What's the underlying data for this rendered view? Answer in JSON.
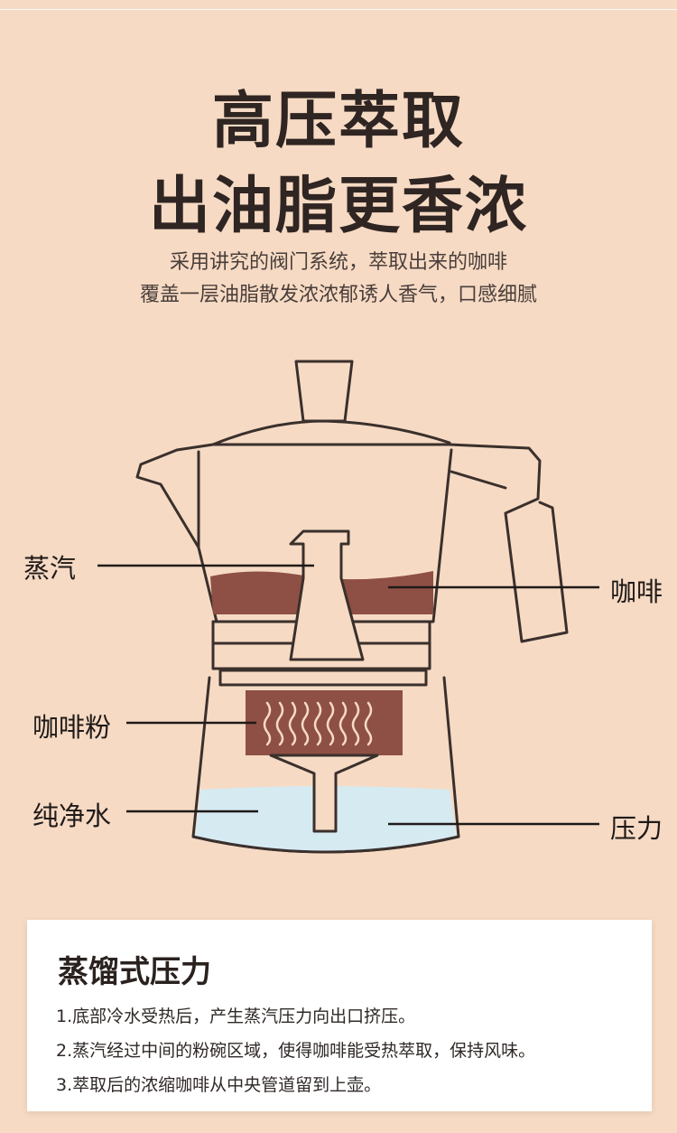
{
  "headline": {
    "line1": "高压萃取",
    "line2": "出油脂更香浓"
  },
  "subtitle": {
    "line1": "采用讲究的阀门系统，萃取出来的咖啡",
    "line2": "覆盖一层油脂散发浓浓郁诱人香气，口感细腻"
  },
  "diagram": {
    "labels": {
      "steam": "蒸汽",
      "coffee": "咖啡",
      "grounds": "咖啡粉",
      "water": "纯净水",
      "pressure": "压力"
    },
    "colors": {
      "coffee": "#8e4f44",
      "grounds": "#8e4f44",
      "water": "#d6eaf2",
      "outline": "#3a302c"
    }
  },
  "info_card": {
    "title": "蒸馏式压力",
    "points": [
      "1.底部冷水受热后，产生蒸汽压力向出口挤压。",
      "2.蒸汽经过中间的粉碗区域，使得咖啡能受热萃取，保持风味。",
      "3.萃取后的浓缩咖啡从中央管道留到上壶。"
    ]
  }
}
